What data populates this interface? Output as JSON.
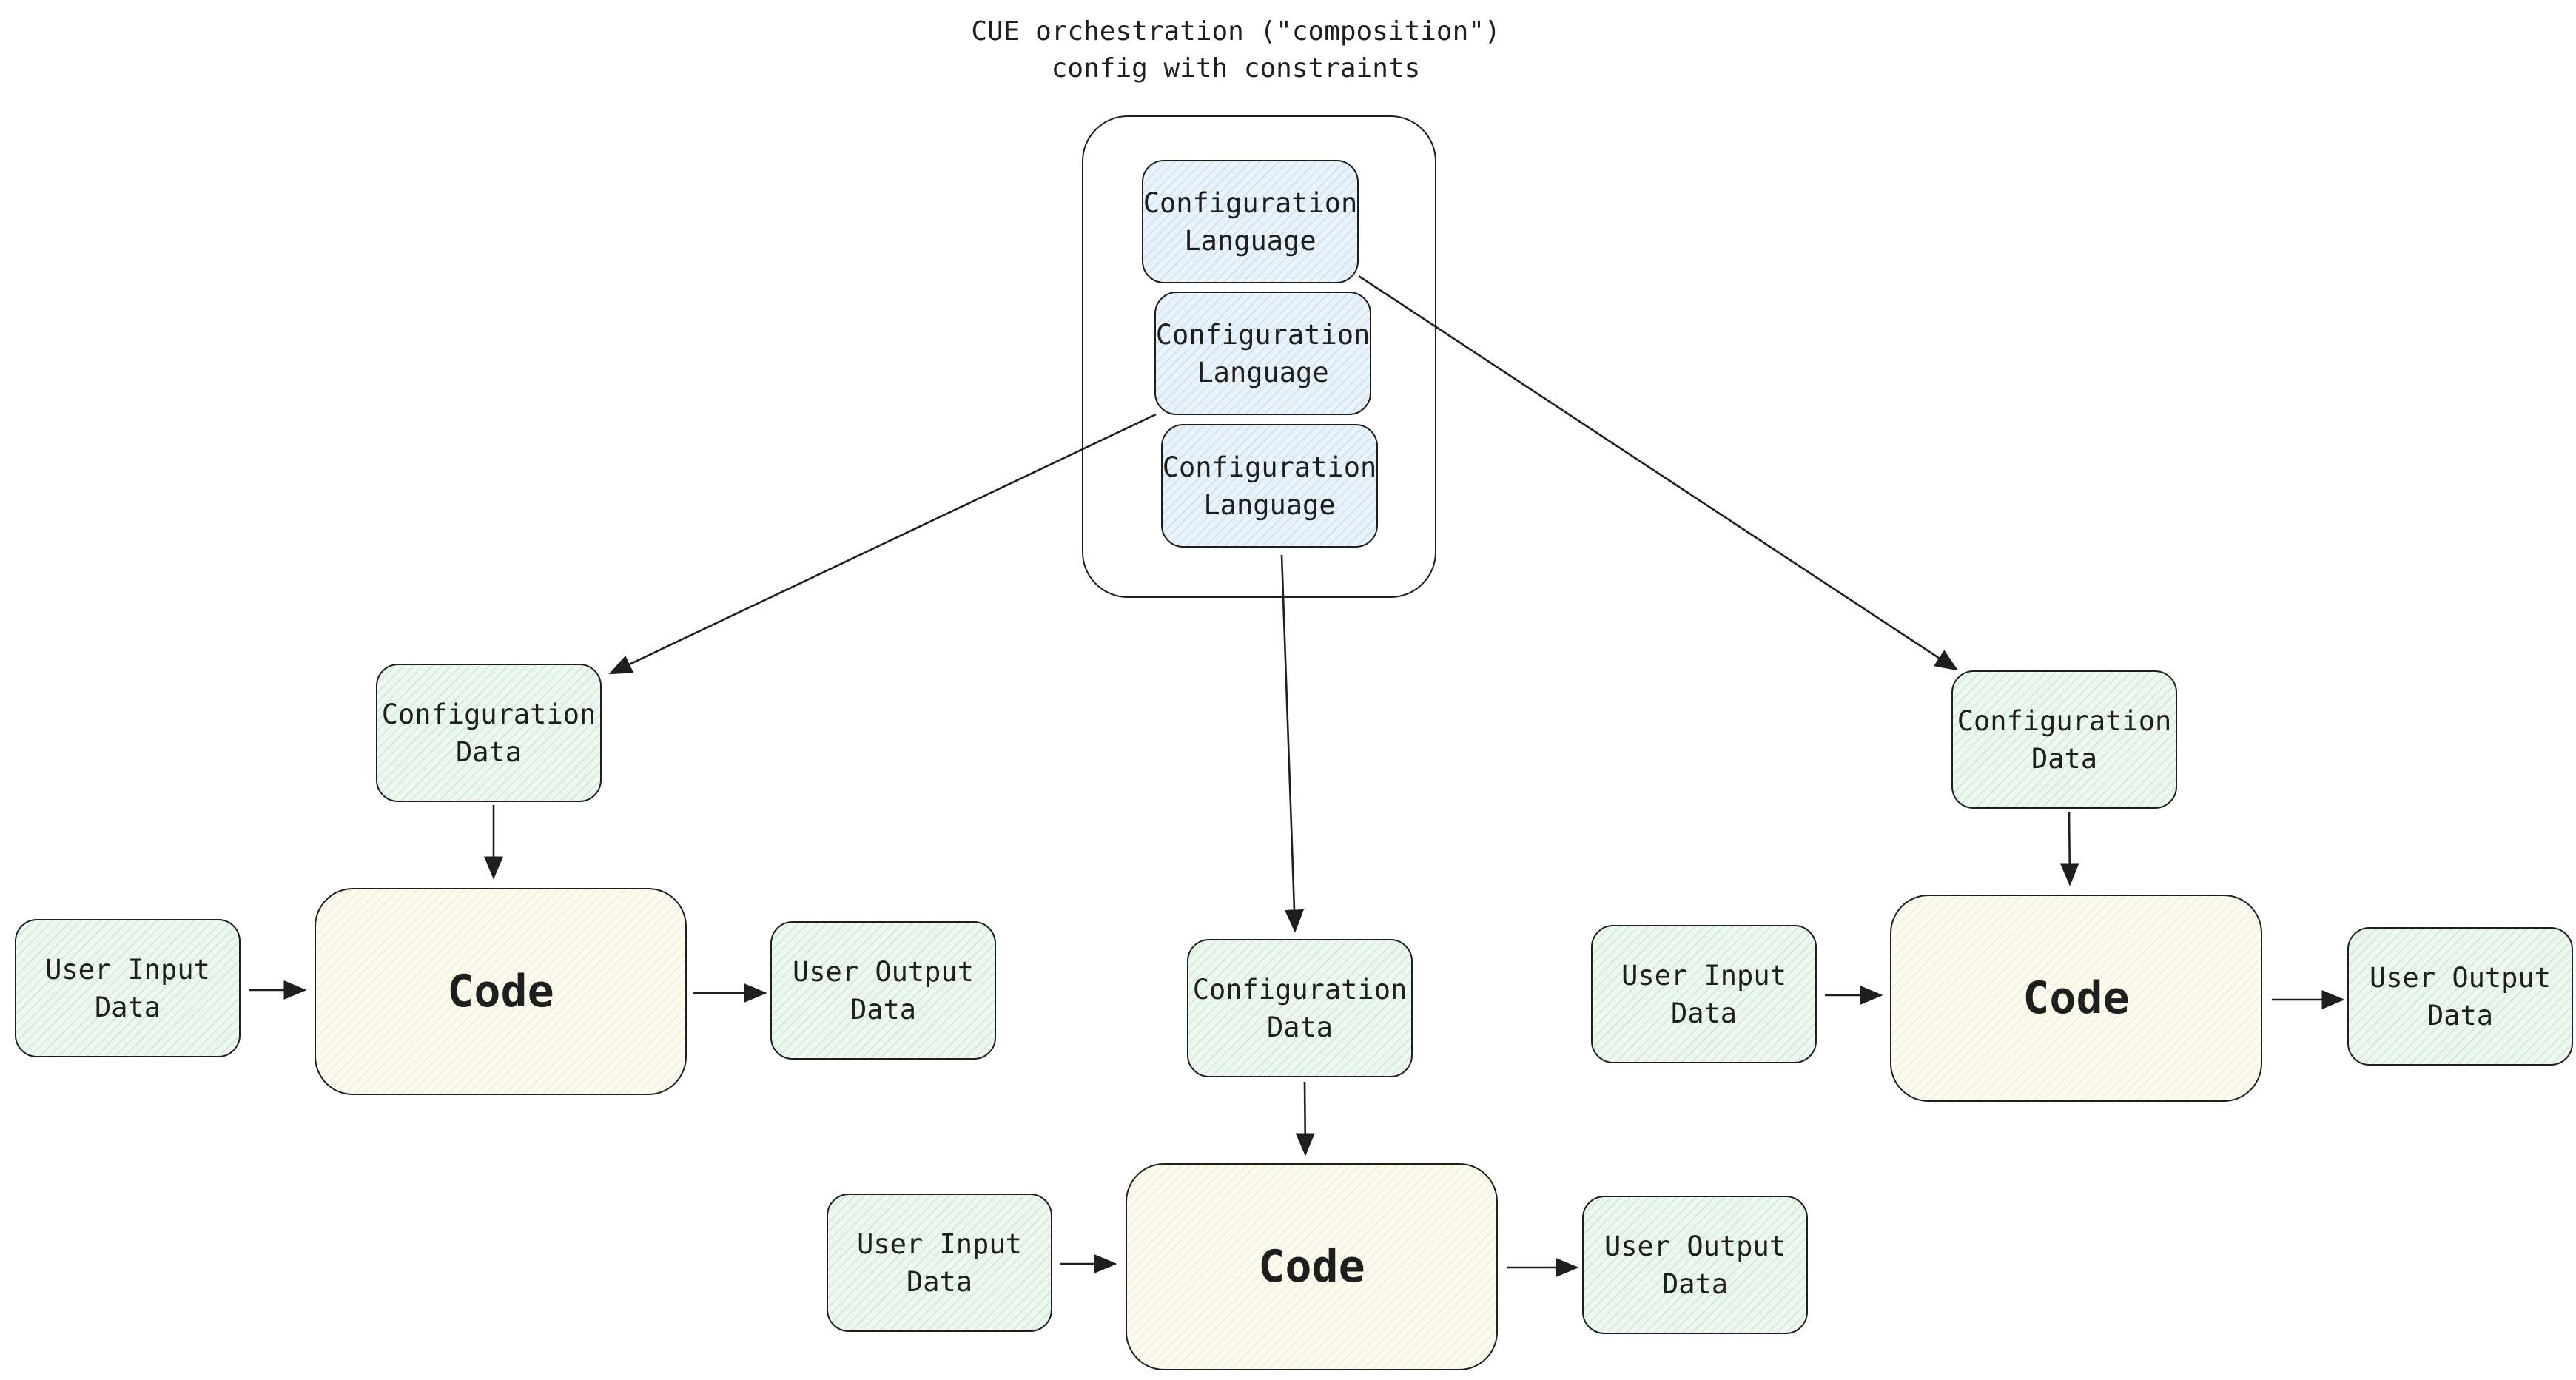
{
  "diagram": {
    "title_line1": "CUE orchestration (\"composition\")",
    "title_line2": "config with constraints",
    "languages": [
      {
        "label": "Configuration\nLanguage"
      },
      {
        "label": "Configuration\nLanguage"
      },
      {
        "label": "Configuration\nLanguage"
      }
    ],
    "pipelines": [
      {
        "config": "Configuration\nData",
        "input": "User Input\nData",
        "code": "Code",
        "output": "User Output\nData"
      },
      {
        "config": "Configuration\nData",
        "input": "User Input\nData",
        "code": "Code",
        "output": "User Output\nData"
      },
      {
        "config": "Configuration\nData",
        "input": "User Input\nData",
        "code": "Code",
        "output": "User Output\nData"
      }
    ]
  }
}
